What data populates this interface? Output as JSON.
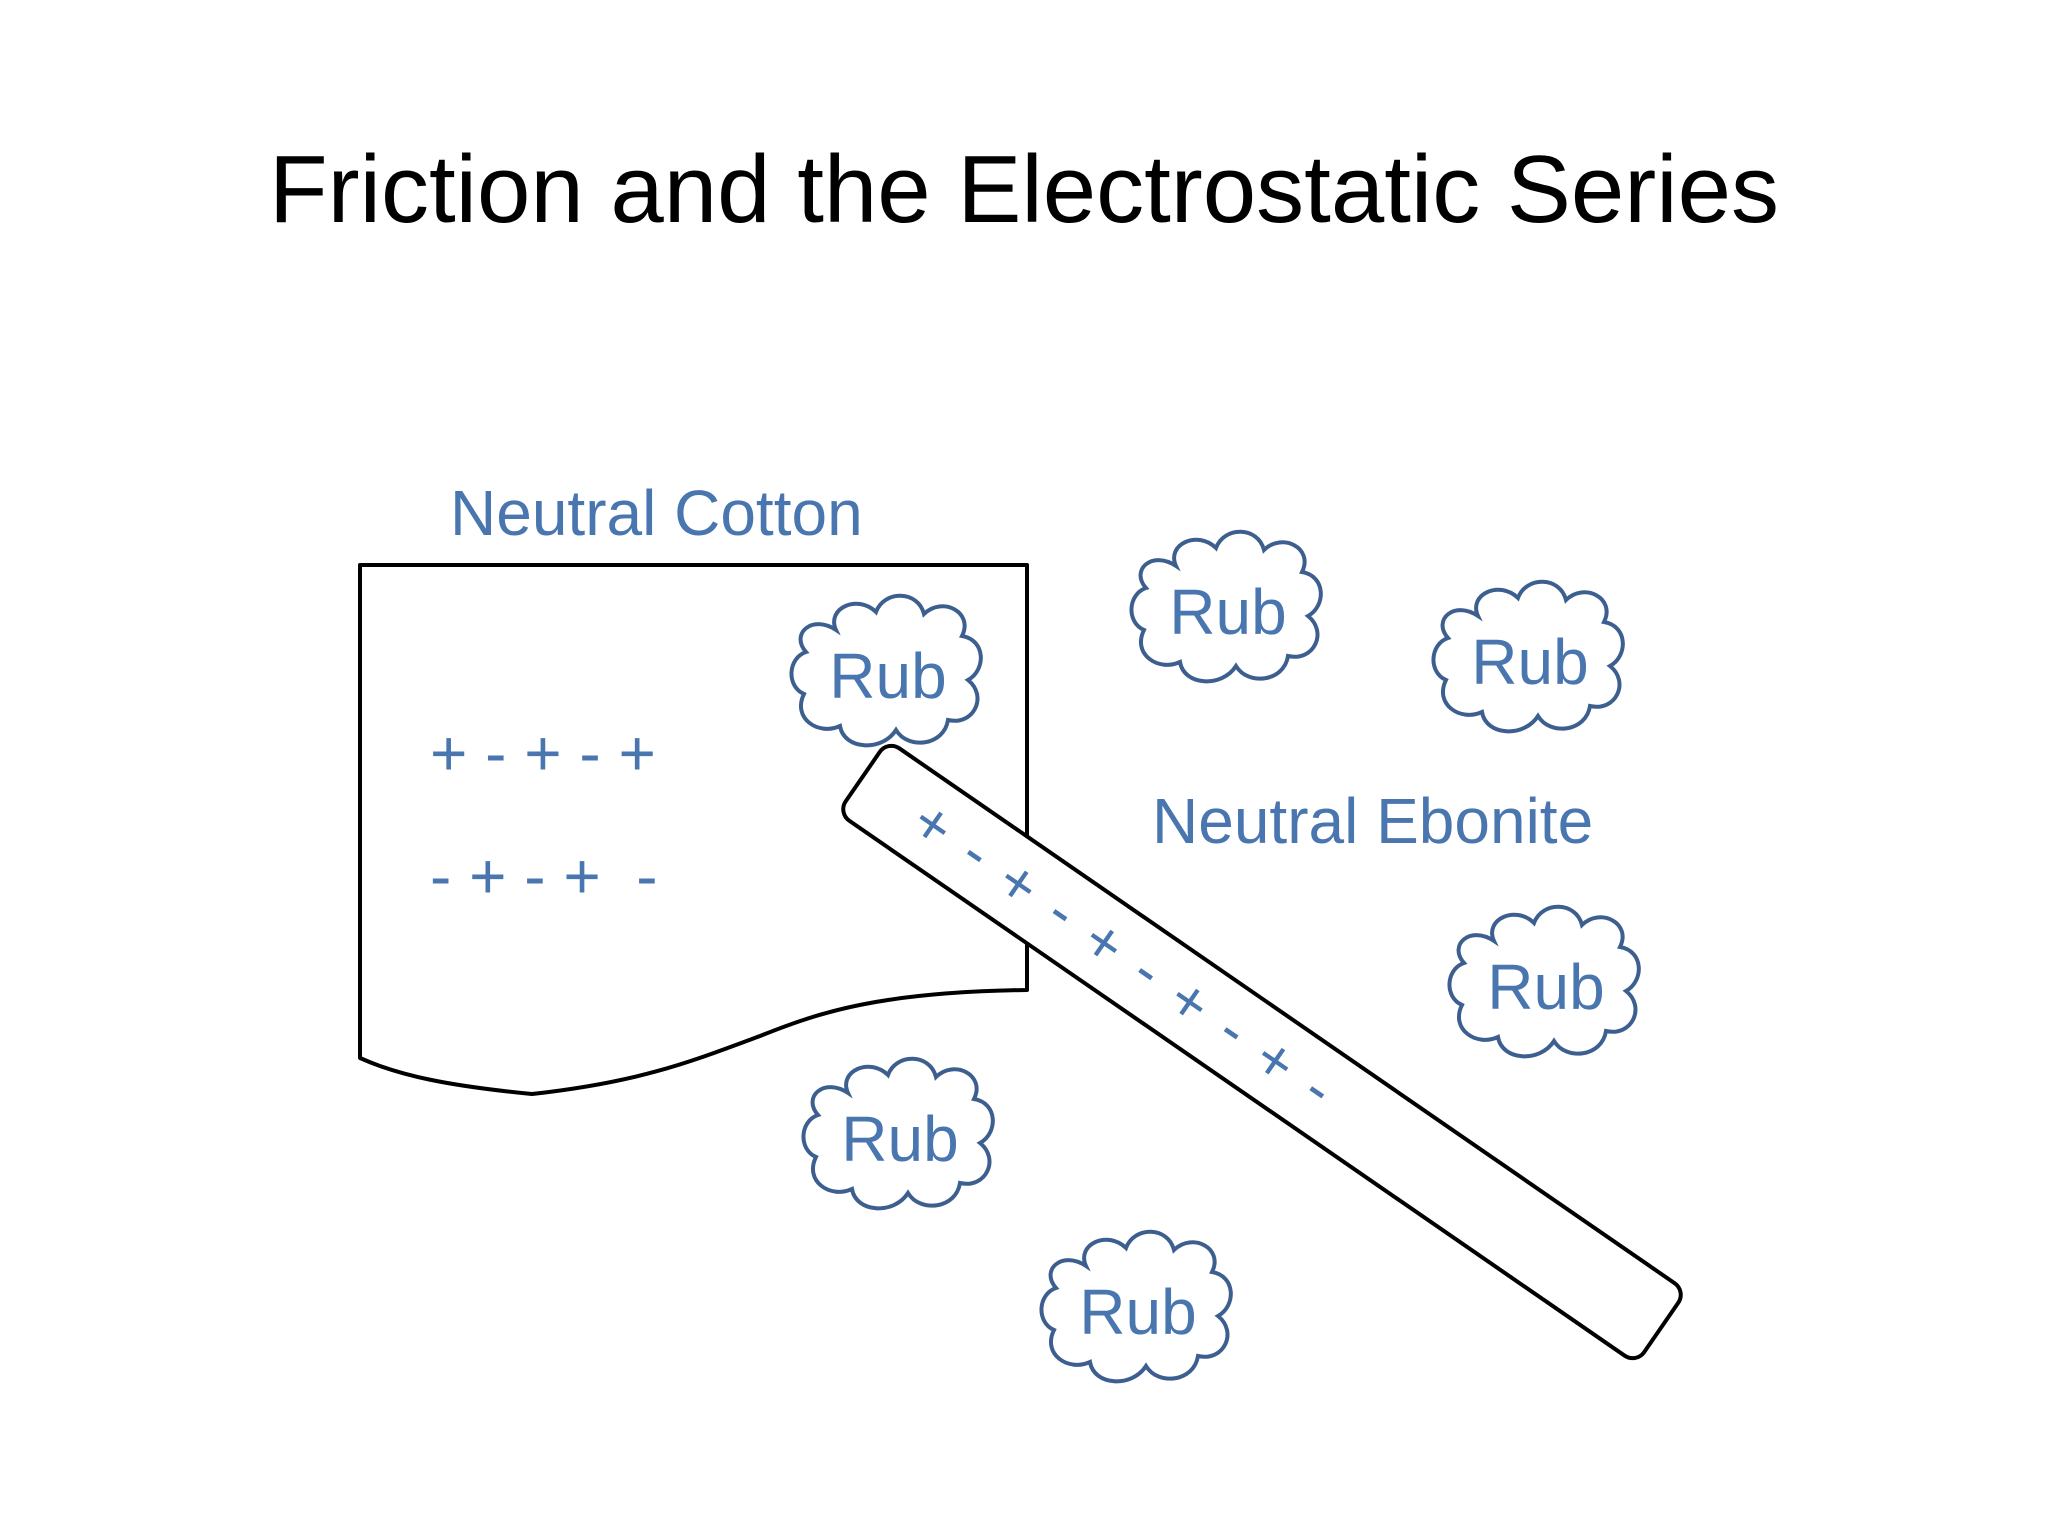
{
  "slide": {
    "title": "Friction and the Electrostatic Series"
  },
  "cloth": {
    "label": "Neutral Cotton",
    "charge_row_1": "+ - + - +",
    "charge_row_2": "- + - +  -"
  },
  "rod": {
    "label": "Neutral Ebonite",
    "charges": [
      "+",
      "-",
      "+",
      "-",
      "+",
      "-",
      "+",
      "-",
      "+",
      "-"
    ]
  },
  "rub_clouds": {
    "labels": [
      "Rub",
      "Rub",
      "Rub",
      "Rub",
      "Rub",
      "Rub"
    ]
  },
  "colors": {
    "text": "#000000",
    "accent": "#4a76b0",
    "cloud_outline": "#3d5f8f",
    "outline": "#000000",
    "background": "#ffffff"
  }
}
